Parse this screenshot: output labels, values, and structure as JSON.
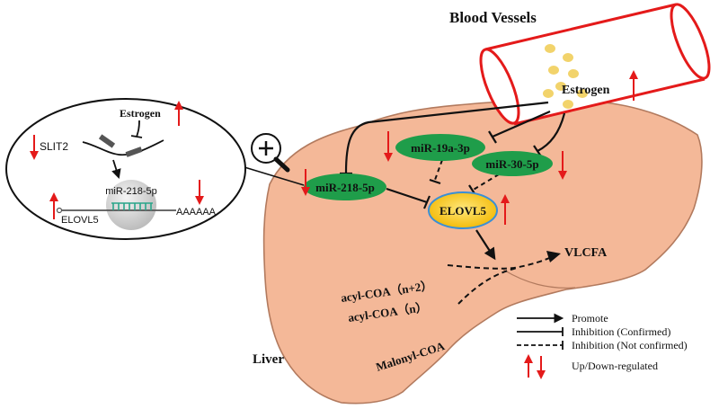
{
  "labels": {
    "blood_vessels": "Blood Vessels",
    "estrogen_main": "Estrogen",
    "estrogen_inset": "Estrogen",
    "slit2": "SLIT2",
    "inset_mir": "miR-218-5p",
    "inset_elovl5": "ELOVL5",
    "inset_polya": "AAAAAA",
    "mir_19a": "miR-19a-3p",
    "mir_30": "miR-30-5p",
    "mir_218": "miR-218-5p",
    "elovl5": "ELOVL5",
    "vlcfa": "VLCFA",
    "acyl_n2": "acyl-COA（n+2）",
    "acyl_n": "acyl-COA（n）",
    "malonyl": "Malonyl-COA",
    "liver": "Liver"
  },
  "legend": {
    "promote": "Promote",
    "inhibit_confirmed": "Inhibition (Confirmed)",
    "inhibit_not_confirmed": "Inhibition (Not confirmed)",
    "up_down": "Up/Down-regulated"
  },
  "regulation": {
    "estrogen_main": "up",
    "estrogen_inset": "up",
    "slit2": "down",
    "inset_mir": "down",
    "inset_elovl5": "up",
    "mir_19a": "down",
    "mir_30": "down",
    "mir_218": "down",
    "elovl5": "up"
  },
  "colors": {
    "liver_fill": "#f4b898",
    "liver_stroke": "#b27a5e",
    "mirna_fill": "#1f9d4a",
    "elovl5_fill": "#f5c518",
    "elovl5_stroke": "#3a8fd6",
    "regulation_arrow": "#e41a1a",
    "vessel_stroke": "#e41a1a",
    "fat_droplet": "#f2d36b",
    "mrna_helix": "#2aa58a"
  },
  "icons": {
    "zoom": "magnifier-plus-icon"
  }
}
